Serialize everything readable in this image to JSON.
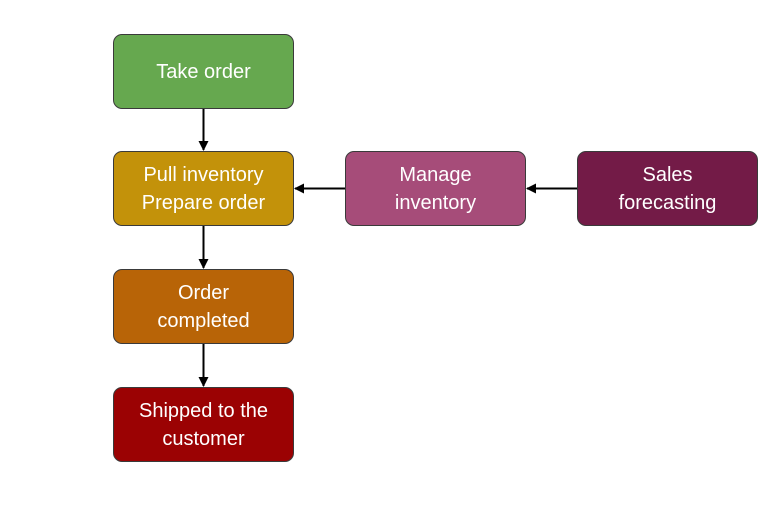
{
  "diagram": {
    "type": "flowchart",
    "nodes": [
      {
        "id": "take",
        "lines": [
          "Take order"
        ],
        "color": "#66a84f"
      },
      {
        "id": "pull",
        "lines": [
          "Pull inventory",
          "Prepare order"
        ],
        "color": "#c3920a"
      },
      {
        "id": "complete",
        "lines": [
          "Order",
          "completed"
        ],
        "color": "#b86407"
      },
      {
        "id": "shipped",
        "lines": [
          "Shipped to the",
          "customer"
        ],
        "color": "#9b0203"
      },
      {
        "id": "manage",
        "lines": [
          "Manage",
          "inventory"
        ],
        "color": "#a64c79"
      },
      {
        "id": "sales",
        "lines": [
          "Sales",
          "forecasting"
        ],
        "color": "#731b47"
      }
    ],
    "edges": [
      {
        "from": "take",
        "to": "pull"
      },
      {
        "from": "pull",
        "to": "complete"
      },
      {
        "from": "complete",
        "to": "shipped"
      },
      {
        "from": "manage",
        "to": "pull"
      },
      {
        "from": "sales",
        "to": "manage"
      }
    ]
  }
}
